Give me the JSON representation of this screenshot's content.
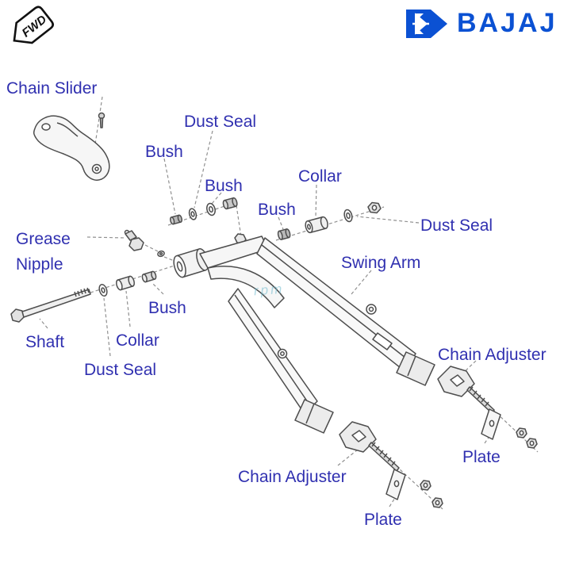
{
  "badge": {
    "label": "FWD"
  },
  "brand": {
    "name": "BAJAJ"
  },
  "watermark": "rpm",
  "colors": {
    "label_blue": "#3030b0",
    "brand_blue": "#0b51d3",
    "line_gray": "#4d4d4d"
  },
  "labels": [
    {
      "id": "chain-slider",
      "text": "Chain Slider"
    },
    {
      "id": "dust-seal-top",
      "text": "Dust Seal"
    },
    {
      "id": "bush-upper-left",
      "text": "Bush"
    },
    {
      "id": "bush-upper-mid",
      "text": "Bush"
    },
    {
      "id": "collar-top",
      "text": "Collar"
    },
    {
      "id": "bush-upper-right",
      "text": "Bush"
    },
    {
      "id": "dust-seal-right",
      "text": "Dust Seal"
    },
    {
      "id": "grease-nipple",
      "text": "Grease\nNipple"
    },
    {
      "id": "swing-arm",
      "text": "Swing Arm"
    },
    {
      "id": "bush-lower",
      "text": "Bush"
    },
    {
      "id": "shaft",
      "text": "Shaft"
    },
    {
      "id": "collar-lower",
      "text": "Collar"
    },
    {
      "id": "dust-seal-lower",
      "text": "Dust Seal"
    },
    {
      "id": "chain-adjuster-right",
      "text": "Chain Adjuster"
    },
    {
      "id": "plate-right",
      "text": "Plate"
    },
    {
      "id": "chain-adjuster-bottom",
      "text": "Chain Adjuster"
    },
    {
      "id": "plate-bottom",
      "text": "Plate"
    }
  ]
}
